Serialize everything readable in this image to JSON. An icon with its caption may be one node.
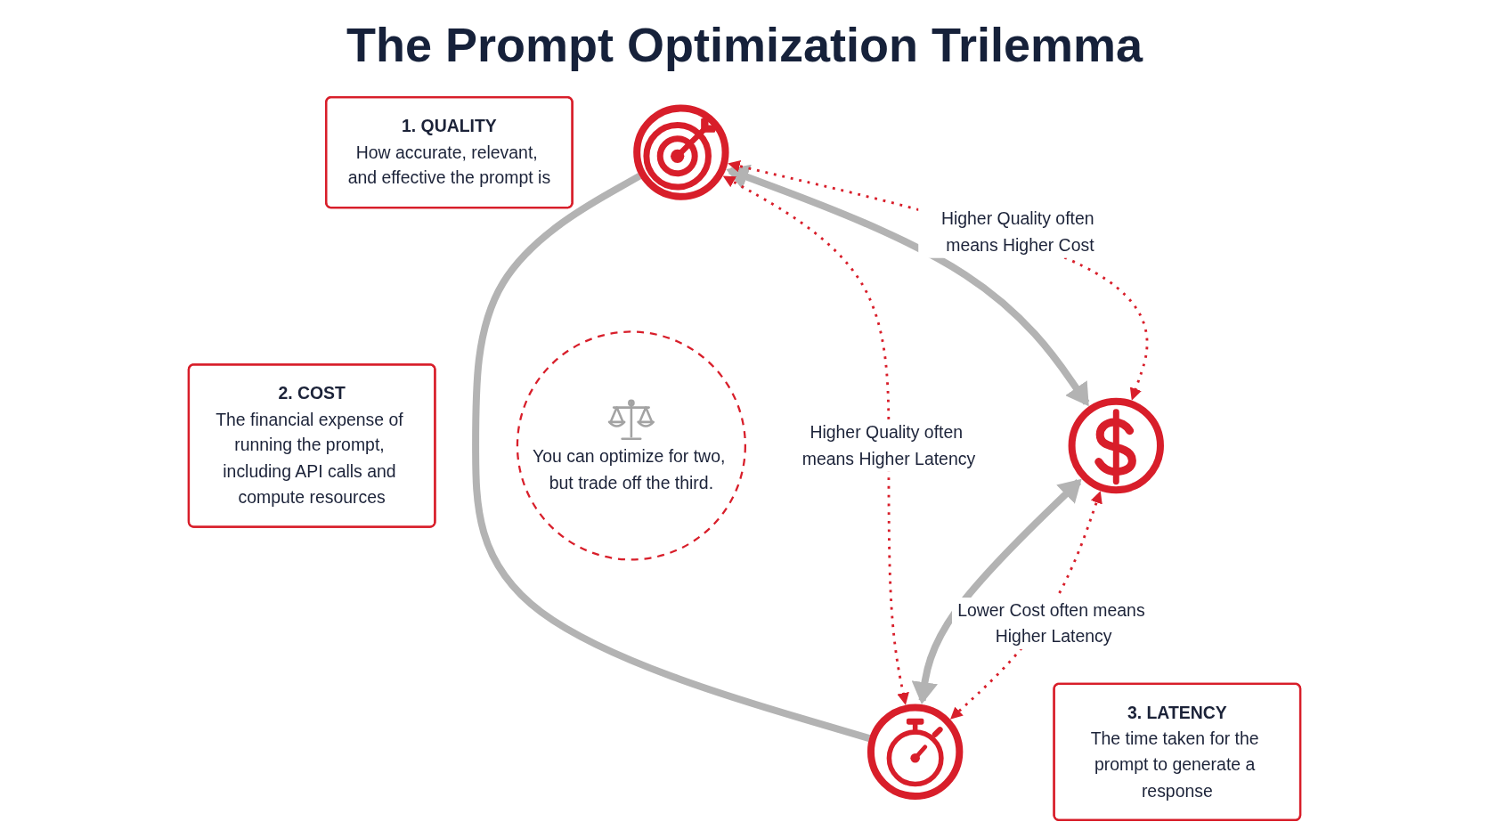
{
  "diagram": {
    "title": "The Prompt Optimization Trilemma",
    "nodes": [
      {
        "text": [],
        "shape": "circle"
      },
      {
        "text": [
          "1. QUALITY",
          "How accurate, relevant, and effective the prompt is"
        ]
      },
      {
        "text": [
          "You can optimize for two, but trade off the third."
        ]
      },
      {
        "text": [
          "2. COST",
          "The financial expense of running the prompt, including API calls and compute resources"
        ]
      },
      {
        "text": [],
        "shape": "circle"
      },
      {
        "text": [],
        "shape": "circle"
      },
      {
        "text": [
          "3. LATENCY",
          "The time taken for the prompt to generate a response"
        ]
      }
    ],
    "edges": [
      {
        "from": 0,
        "to": 4,
        "arrow": "both",
        "style": "thick",
        "color": "#b3b3b3"
      },
      {
        "from": 0,
        "to": 4,
        "arrow": "both",
        "style": "dashed",
        "color": "#d81e2a",
        "label": "Higher Quality often means Higher Cost"
      },
      {
        "from": 0,
        "to": 5,
        "arrow": "none",
        "style": "thick",
        "color": "#b3b3b3"
      },
      {
        "from": 0,
        "to": 5,
        "arrow": "both",
        "style": "dashed",
        "color": "#d81e2a",
        "label": "Higher Quality often means Higher Latency"
      },
      {
        "from": 4,
        "to": 5,
        "arrow": "both",
        "style": "thick",
        "color": "#b3b3b3"
      },
      {
        "from": 4,
        "to": 5,
        "arrow": "both",
        "style": "dashed",
        "color": "#d81e2a",
        "label": "Lower Cost often means Higher Latency"
      }
    ]
  }
}
